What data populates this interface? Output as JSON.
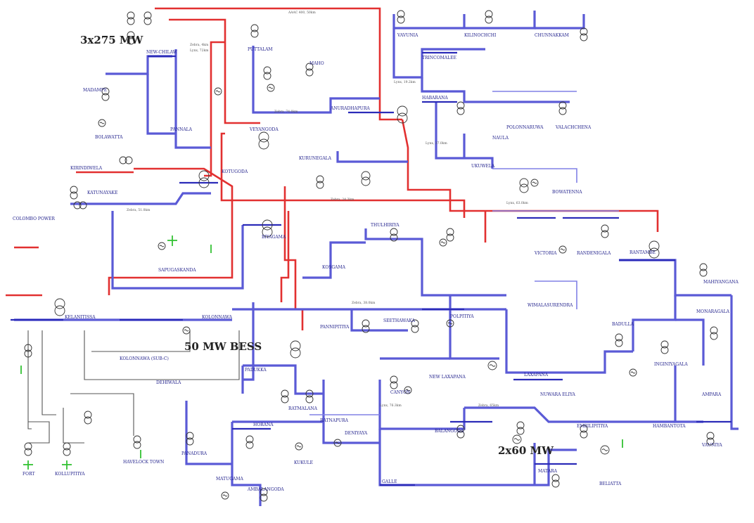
{
  "annotations": {
    "capacity_coal": "3x275 MW",
    "bess": "50 MW BESS",
    "capacity_hydro": "2x60 MW"
  },
  "stations": [
    {
      "id": "new_chilaw",
      "label": "NEW-CHILAW"
    },
    {
      "id": "puttalam",
      "label": "PUTTALAM"
    },
    {
      "id": "maho",
      "label": "MAHO"
    },
    {
      "id": "madampe",
      "label": "MADAMPE"
    },
    {
      "id": "bolawatta",
      "label": "BOLAWATTA"
    },
    {
      "id": "pannala",
      "label": "PANNALA"
    },
    {
      "id": "veyangoda",
      "label": "VEYANGODA"
    },
    {
      "id": "kirindiwela",
      "label": "KIRINDIWELA"
    },
    {
      "id": "anuradhapura",
      "label": "ANURADHAPURA"
    },
    {
      "id": "habarana",
      "label": "HABARANA"
    },
    {
      "id": "polonnaruwa",
      "label": "POLONNARUWA"
    },
    {
      "id": "valachchenai",
      "label": "VALACHCHENA"
    },
    {
      "id": "vavunia",
      "label": "VAVUNIA"
    },
    {
      "id": "kilinochchi",
      "label": "KILINOCHCHI"
    },
    {
      "id": "chunnakam",
      "label": "CHUNNAKKAM"
    },
    {
      "id": "trincomalee",
      "label": "TRINCOMALEE"
    },
    {
      "id": "kurunegala",
      "label": "KURUNEGALA"
    },
    {
      "id": "naula",
      "label": "NAULA"
    },
    {
      "id": "ukuwela",
      "label": "UKUWELA"
    },
    {
      "id": "wimalasurendra",
      "label": "BOWATENNA"
    },
    {
      "id": "kotugoda",
      "label": "KOTUGODA"
    },
    {
      "id": "katunayake",
      "label": "KATUNAYAKE"
    },
    {
      "id": "biyagama",
      "label": "BIYAGAMA"
    },
    {
      "id": "thulhiriya",
      "label": "THULHIRIYA"
    },
    {
      "id": "randenigala",
      "label": "RANDENIGALA"
    },
    {
      "id": "victoria",
      "label": "VICTORIA"
    },
    {
      "id": "rantambe",
      "label": "RANTAMBE"
    },
    {
      "id": "kelanitissa",
      "label": "KELANITISSA"
    },
    {
      "id": "kolonnawa",
      "label": "KOLONNAWA"
    },
    {
      "id": "colombo_power",
      "label": "COLOMBO POWER"
    },
    {
      "id": "sapugaskanda",
      "label": "SAPUGASKANDA"
    },
    {
      "id": "kosgama",
      "label": "KOSGAMA"
    },
    {
      "id": "seethawaka",
      "label": "SEETHAWAKA"
    },
    {
      "id": "polpitiya",
      "label": "POLPITIYA"
    },
    {
      "id": "nuwara_eliya",
      "label": "NUWARA ELIYA"
    },
    {
      "id": "badulla",
      "label": "BADULLA"
    },
    {
      "id": "mahiyangana",
      "label": "MAHIYANGANA"
    },
    {
      "id": "inginiyagala",
      "label": "INGINIYAGALA"
    },
    {
      "id": "monaragala",
      "label": "MONARAGALA"
    },
    {
      "id": "ampara",
      "label": "AMPARA"
    },
    {
      "id": "padukka",
      "label": "PADUKKA"
    },
    {
      "id": "ratmalana",
      "label": "RATMALANA"
    },
    {
      "id": "dehiwala",
      "label": "DEHIWALA"
    },
    {
      "id": "havelock",
      "label": "HAVELOCK TOWN"
    },
    {
      "id": "pannipitiya",
      "label": "PANNIPITIYA"
    },
    {
      "id": "kolonnawa_sub",
      "label": "KOLONNAWA (SUB-C)"
    },
    {
      "id": "fort",
      "label": "FORT"
    },
    {
      "id": "kollupitiya",
      "label": "KOLLUPITIYA"
    },
    {
      "id": "horana",
      "label": "HORANA"
    },
    {
      "id": "panadura",
      "label": "PANADURA"
    },
    {
      "id": "matugama",
      "label": "MATUGAMA"
    },
    {
      "id": "ambalangoda",
      "label": "AMBALANGODA"
    },
    {
      "id": "galle",
      "label": "GALLE"
    },
    {
      "id": "kukule",
      "label": "KUKULE"
    },
    {
      "id": "ratnapura",
      "label": "RATNAPURA"
    },
    {
      "id": "embilipitiya",
      "label": "EMBILIPITIYA"
    },
    {
      "id": "balangoda",
      "label": "BALANGODA"
    },
    {
      "id": "deniyaya",
      "label": "DENIYAYA"
    },
    {
      "id": "matara",
      "label": "MATARA"
    },
    {
      "id": "beliatta",
      "label": "BELIATTA"
    },
    {
      "id": "hambantota",
      "label": "HAMBANTOTA"
    },
    {
      "id": "laxapana",
      "label": "LAXAPANA"
    },
    {
      "id": "new_laxapana",
      "label": "NEW LAXAPANA"
    },
    {
      "id": "wimalasurendra2",
      "label": "WIMALASURENDRA"
    },
    {
      "id": "canyon",
      "label": "CANYON"
    },
    {
      "id": "vauniya",
      "label": "VAUNIYA"
    }
  ],
  "line_labels": [
    "Zebra, 4km",
    "Lynx, 72km",
    "AAAC 400, 50km",
    "Zebra, 74.0km",
    "Lynx, 37.0km",
    "Zebra, 38.0km",
    "Lynx, 63.0km",
    "Zebra, 51.0km",
    "Lynx, 76.3km",
    "Zebra, 65km",
    "Lynx, 19.2km",
    "Zebra, 24.3km"
  ],
  "colors": {
    "line_220kv": "#e23030",
    "line_132kv": "#5a5ad6",
    "bus": "#2b2bb8",
    "label": "#1d1d8a",
    "capacitor": "#33c233"
  }
}
